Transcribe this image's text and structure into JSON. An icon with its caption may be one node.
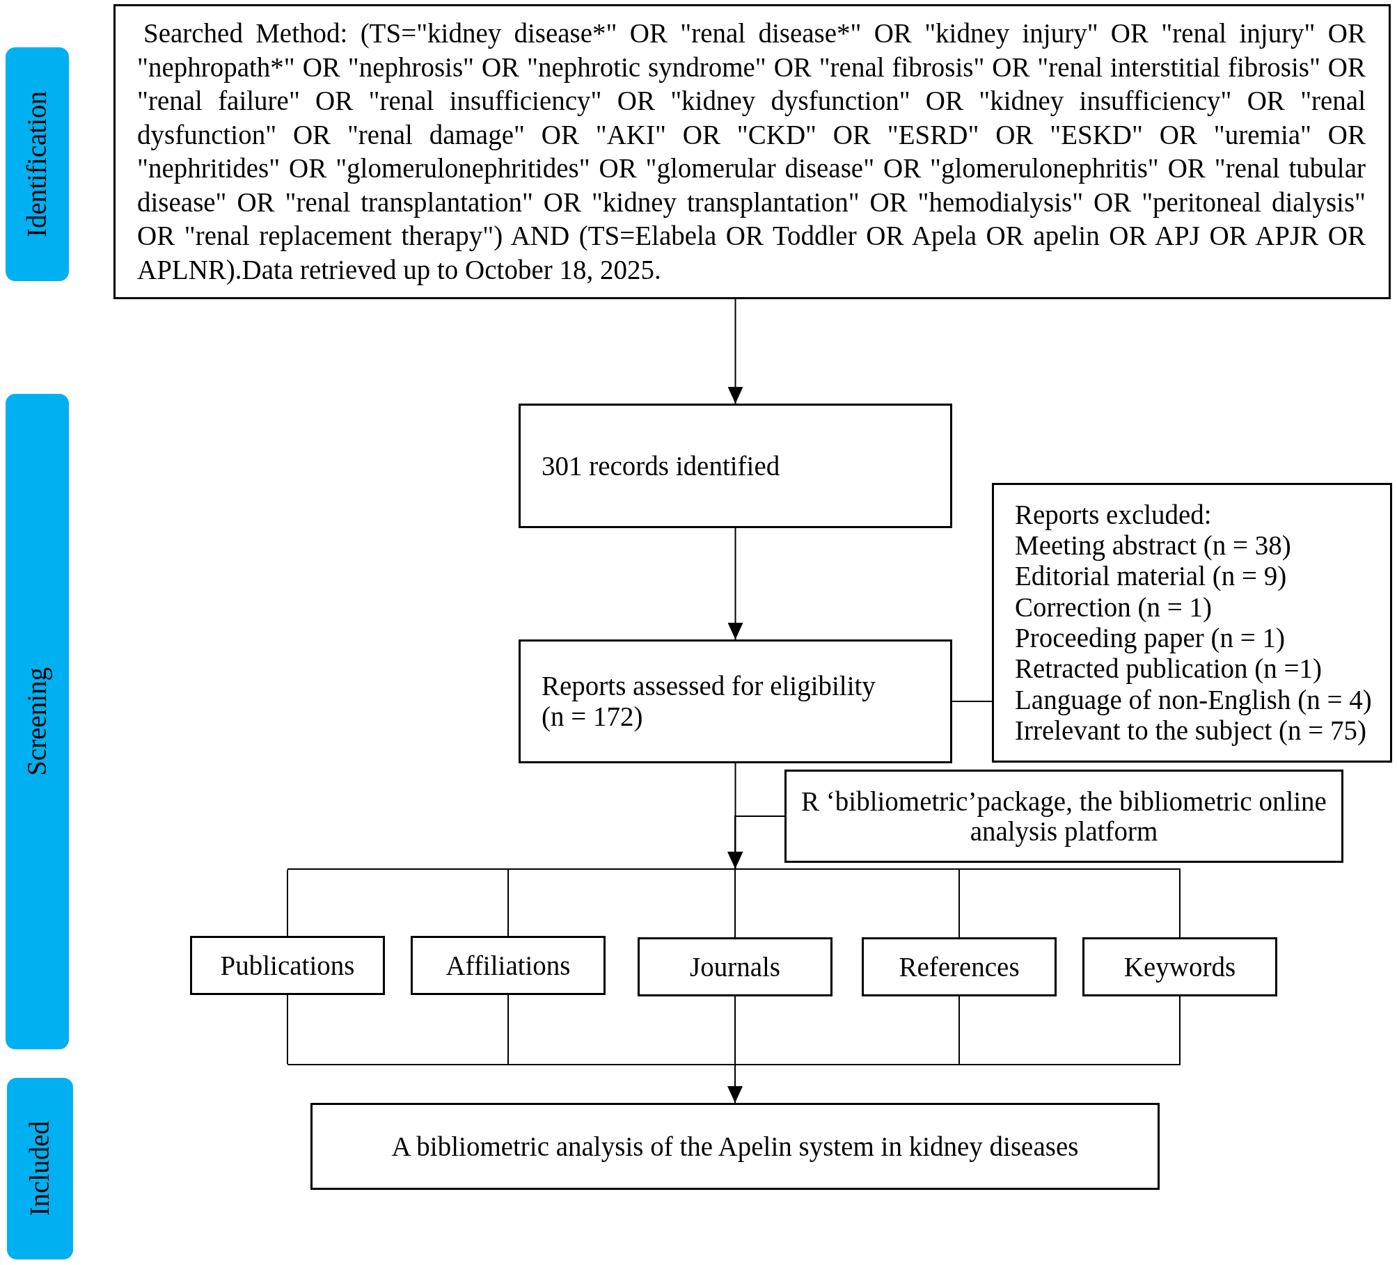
{
  "diagram": {
    "nodes": [
      {
        "text": [
          "Identification"
        ]
      },
      {
        "text": [
          "Searched Method: (TS=\"kidney disease*\" OR \"renal disease*\" OR \"kidney injury\" OR \"renal injury\" OR \"nephropath*\" OR \"nephrosis\" OR \"nephrotic syndrome\" OR \"renal fibrosis\" OR \"renal interstitial fibrosis\" OR \"renal failure\" OR \"renal insufficiency\" OR \"kidney dysfunction\" OR \"kidney insufficiency\" OR \"renal dysfunction\" OR \"renal damage\" OR \"AKI\" OR \"CKD\" OR \"ESRD\" OR \"ESKD\" OR \"uremia\" OR \"nephritides\" OR \"glomerulonephritides\" OR \"glomerular disease\" OR \"glomerulonephritis\" OR \"renal tubular disease\" OR \"renal transplantation\" OR \"kidney transplantation\" OR \"hemodialysis\" OR \"peritoneal dialysis\" OR \"renal replacement therapy\") AND (TS=Elabela OR Toddler OR Apela OR apelin OR APJ OR APJR OR APLNR).Data retrieved up to October 18, 2025."
        ]
      },
      {
        "text": [
          "Screening"
        ]
      },
      {
        "text": [
          "301 records identified"
        ]
      },
      {
        "text": [
          "Reports excluded:",
          "Meeting abstract (n = 38)",
          "Editorial material (n = 9)",
          "Correction (n = 1)",
          "Proceeding paper (n = 1)",
          "Retracted publication (n =1)",
          "Language of non-English (n = 4)",
          "Irrelevant to the subject (n = 75)"
        ]
      },
      {
        "text": [
          "Reports assessed for eligibility (n = 172)"
        ]
      },
      {
        "text": [
          "R ‘bibliometric’package, the bibliometric online analysis platform"
        ]
      },
      {
        "text": [],
        "shape": "bar"
      },
      {
        "text": [
          "Publications"
        ]
      },
      {
        "text": [
          "Affiliations"
        ]
      },
      {
        "text": [
          "Journals"
        ]
      },
      {
        "text": [
          "References"
        ]
      },
      {
        "text": [
          "Keywords"
        ]
      },
      {
        "text": [],
        "shape": "bar"
      },
      {
        "text": [
          "Included"
        ]
      },
      {
        "text": [
          "A bibliometric analysis of the Apelin system in kidney diseases"
        ]
      }
    ],
    "edges": [
      {
        "from": 1,
        "to": 3,
        "arrow": "to"
      },
      {
        "from": 3,
        "to": 5,
        "arrow": "to"
      },
      {
        "from": 5,
        "to": 4,
        "arrow": "none"
      },
      {
        "from": 5,
        "to": 7,
        "arrow": "to"
      },
      {
        "from": 6,
        "to": 7,
        "arrow": "to"
      },
      {
        "from": 7,
        "to": 8,
        "arrow": "none"
      },
      {
        "from": 7,
        "to": 9,
        "arrow": "none"
      },
      {
        "from": 7,
        "to": 10,
        "arrow": "none"
      },
      {
        "from": 7,
        "to": 11,
        "arrow": "none"
      },
      {
        "from": 7,
        "to": 12,
        "arrow": "none"
      },
      {
        "from": 8,
        "to": 13,
        "arrow": "none"
      },
      {
        "from": 9,
        "to": 13,
        "arrow": "none"
      },
      {
        "from": 10,
        "to": 13,
        "arrow": "none"
      },
      {
        "from": 11,
        "to": 13,
        "arrow": "none"
      },
      {
        "from": 12,
        "to": 13,
        "arrow": "none"
      },
      {
        "from": 13,
        "to": 15,
        "arrow": "to"
      }
    ]
  }
}
